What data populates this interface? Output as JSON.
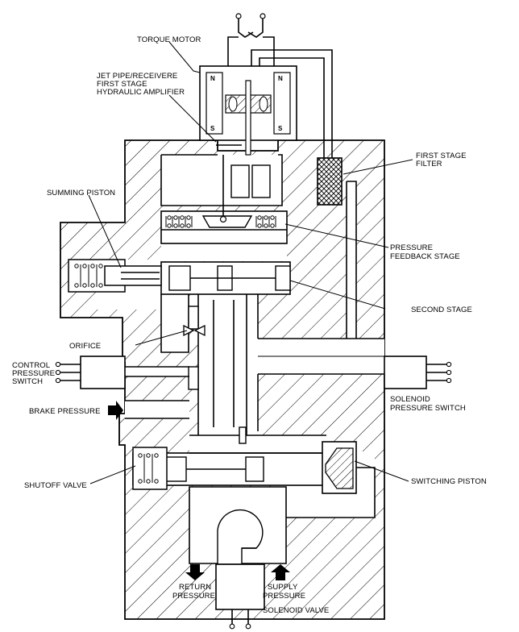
{
  "labels": {
    "torque_motor": "TORQUE MOTOR",
    "jet_pipe_1": "JET PIPE/RECEIVERE",
    "jet_pipe_2": "FIRST STAGE",
    "jet_pipe_3": "HYDRAULIC AMPLIFIER",
    "filter_1": "FIRST STAGE",
    "filter_2": "FILTER",
    "summing_piston": "SUMMING PISTON",
    "feedback_1": "PRESSURE",
    "feedback_2": "FEEDBACK STAGE",
    "second_stage": "SECOND STAGE",
    "orifice": "ORIFICE",
    "control_switch_1": "CONTROL",
    "control_switch_2": "PRESSURE",
    "control_switch_3": "SWITCH",
    "brake_pressure": "BRAKE PRESSURE",
    "solenoid_switch_1": "SOLENOID",
    "solenoid_switch_2": "PRESSURE SWITCH",
    "shutoff_valve": "SHUTOFF VALVE",
    "switching_piston": "SWITCHING PISTON",
    "return_1": "RETURN",
    "return_2": "PRESSURE",
    "supply_1": "SUPPLY",
    "supply_2": "PRESSURE",
    "solenoid_valve": "SOLENOID VALVE"
  },
  "magnet_poles": {
    "north": "N",
    "south": "S"
  }
}
